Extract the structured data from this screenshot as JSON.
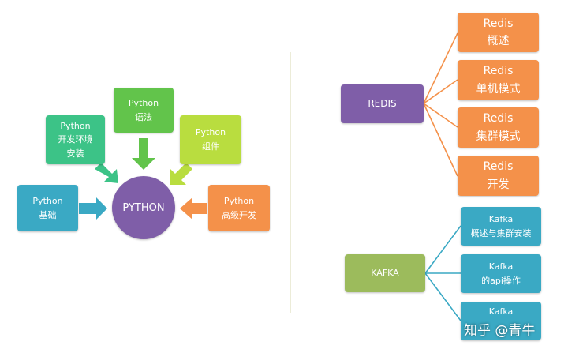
{
  "python": {
    "center": "PYTHON",
    "nodes": [
      {
        "id": "syntax",
        "lines": [
          "Python",
          "语法"
        ],
        "color": "#62c44b"
      },
      {
        "id": "env",
        "lines": [
          "Python",
          "开发环境",
          "安装"
        ],
        "color": "#3cc387"
      },
      {
        "id": "components",
        "lines": [
          "Python",
          "组件"
        ],
        "color": "#b9dd3f"
      },
      {
        "id": "basics",
        "lines": [
          "Python",
          "基础"
        ],
        "color": "#3aa9c4"
      },
      {
        "id": "advanced",
        "lines": [
          "Python",
          "高级开发"
        ],
        "color": "#f4914a"
      }
    ]
  },
  "redis": {
    "root": "REDIS",
    "root_color": "#7f5ea8",
    "link_color": "#f4914a",
    "children": [
      {
        "lines": [
          "Redis",
          "概述"
        ]
      },
      {
        "lines": [
          "Redis",
          "单机模式"
        ]
      },
      {
        "lines": [
          "Redis",
          "集群模式"
        ]
      },
      {
        "lines": [
          "Redis",
          "开发"
        ]
      }
    ],
    "child_color": "#f4914a"
  },
  "kafka": {
    "root": "KAFKA",
    "root_color": "#9cbb5c",
    "link_color": "#3aa9c4",
    "children": [
      {
        "lines": [
          "Kafka",
          "概述与集群安装"
        ]
      },
      {
        "lines": [
          "Kafka",
          "的api操作"
        ]
      },
      {
        "lines": [
          "Kafka",
          ""
        ]
      }
    ],
    "child_color": "#3aa9c4"
  },
  "watermark": "知乎 @青牛"
}
